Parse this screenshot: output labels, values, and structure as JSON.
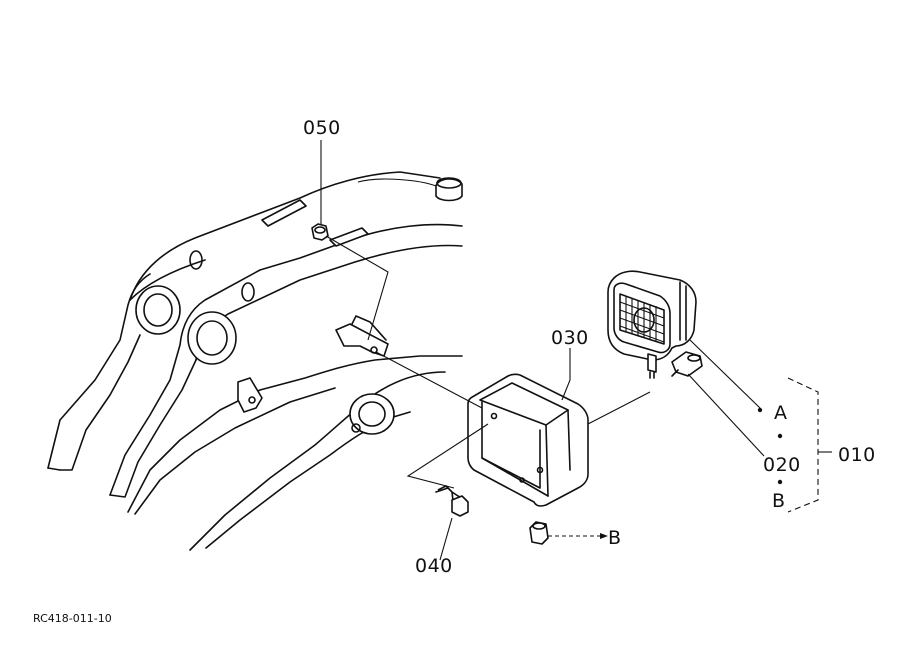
{
  "labels": {
    "p050": "050",
    "p030": "030",
    "p040": "040",
    "p020": "020",
    "p010": "010",
    "refA": "A",
    "refB": "B",
    "refB2": "B"
  },
  "drawing_code": "RC418-011-10"
}
